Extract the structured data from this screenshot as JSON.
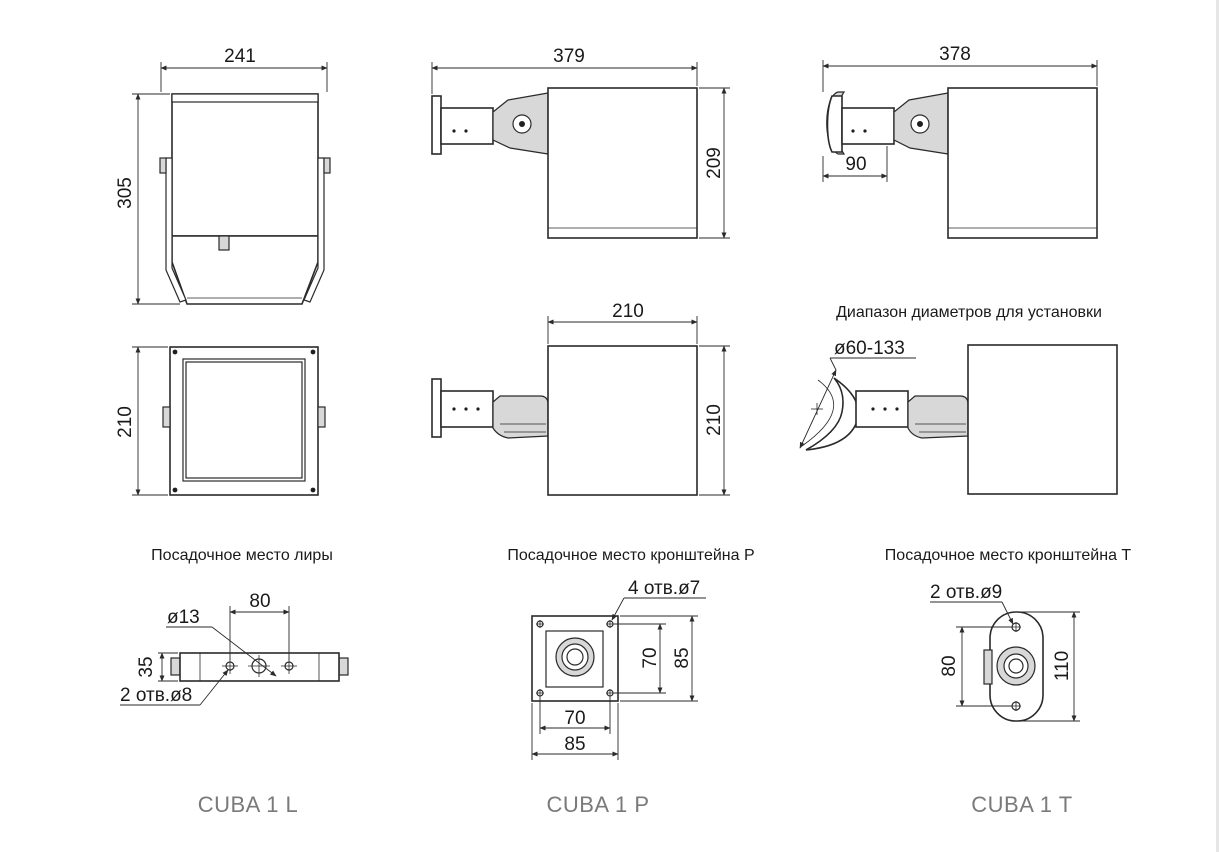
{
  "dimensions": {
    "front_width": "241",
    "front_height": "305",
    "top_height": "210",
    "p_side_length": "379",
    "p_side_height": "209",
    "t_side_length": "378",
    "t_bracket_length": "90",
    "p_top_width": "210",
    "p_top_height": "210",
    "lyre_spacing": "80",
    "lyre_center_hole": "ø13",
    "lyre_height": "35",
    "lyre_holes": "2 отв.ø8",
    "p_holes": "4 отв.ø7",
    "p_inner_h": "70",
    "p_outer_h": "85",
    "p_inner_w": "70",
    "p_outer_w": "85",
    "t_holes": "2 отв.ø9",
    "t_inner": "80",
    "t_outer": "110",
    "t_diameter_range": "ø60-133"
  },
  "captions": {
    "diameter_range_title": "Диапазон диаметров для установки",
    "lyre_mount": "Посадочное место лиры",
    "bracket_p_mount": "Посадочное место кронштейна P",
    "bracket_t_mount": "Посадочное место кронштейна T"
  },
  "models": {
    "l": "CUBA 1 L",
    "p": "CUBA 1 P",
    "t": "CUBA 1 T"
  }
}
